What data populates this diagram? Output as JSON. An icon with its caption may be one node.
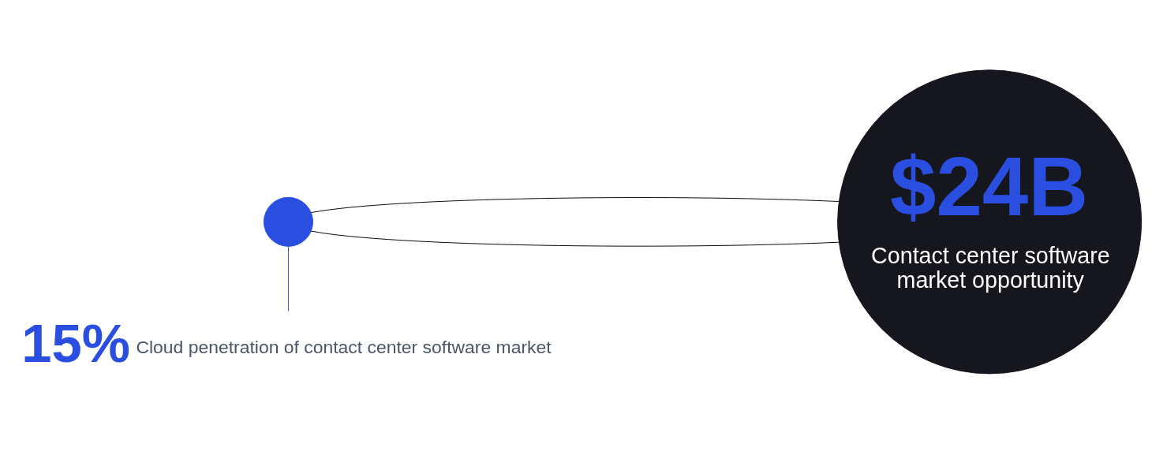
{
  "diagram": {
    "nodes": [
      {
        "text": [],
        "shape": "circle"
      },
      {
        "text": [
          "$24B",
          "Contact center software market opportunity"
        ]
      },
      {
        "text": [
          "15%",
          "Cloud penetration of contact center software market"
        ]
      }
    ],
    "edges": [
      {
        "from": 0,
        "to": 1,
        "arrow": "none"
      },
      {
        "from": 0,
        "to": 1,
        "arrow": "none"
      },
      {
        "from": 2,
        "to": 0,
        "arrow": "none",
        "color": "#2a4fe0"
      }
    ]
  }
}
